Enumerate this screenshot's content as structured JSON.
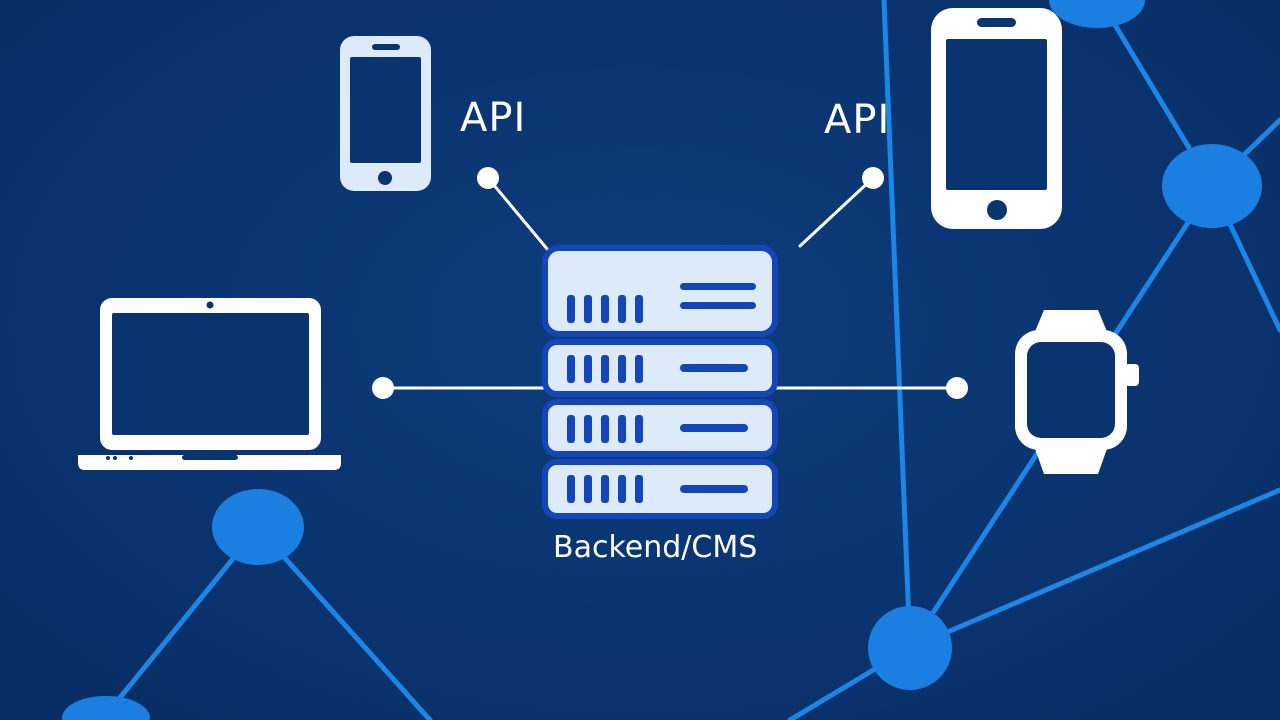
{
  "labels": {
    "api_left": "API",
    "api_right": "API",
    "backend": "Backend/CMS"
  },
  "icons": [
    "phone-small-icon",
    "phone-large-icon",
    "laptop-icon",
    "smartwatch-icon",
    "server-stack-icon"
  ],
  "colors": {
    "background": "#0a3470",
    "network_node": "#1a7fe0",
    "network_edge": "#1c86e6",
    "device_light": "#dceafa",
    "device_white": "#ffffff",
    "server_fill": "#dceafa",
    "server_border": "#1446b8",
    "server_detail": "#1446b8"
  }
}
